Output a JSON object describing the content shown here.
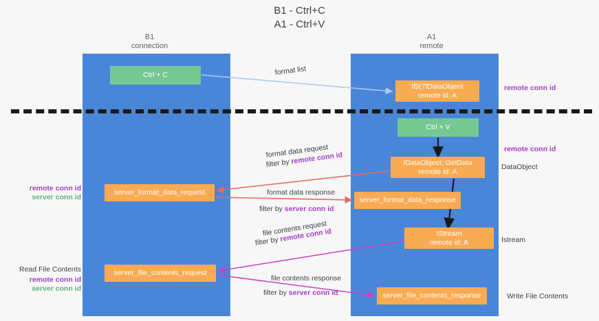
{
  "title": "B1 - Ctrl+C\nA1 - Ctrl+V",
  "columns": {
    "left": "B1\nconnection",
    "right": "A1\nremote"
  },
  "nodes": {
    "ctrl_c": "Ctrl + C",
    "ctrl_v": "Ctrl + V",
    "idataobject_l1": "l⦰⟨7lDataObject",
    "idataobject_l2": "remote id: A",
    "getdata_l1": "IDataObject::GetData",
    "getdata_l2": "remote id: A",
    "istream_l1": "IStream",
    "istream_l2": "remote id: A",
    "server_format_data_request": "server_format_data_request",
    "server_format_data_response": "server_format_data_response",
    "server_file_contents_request": "server_file_contents_request",
    "server_file_contents_response": "server_file_contents_response"
  },
  "edges": {
    "format_list": "format list",
    "format_data_request": "format data request",
    "format_data_request_filter_prefix": "filter by ",
    "format_data_request_filter_key": "remote conn id",
    "format_data_response": "format data response",
    "format_data_response_filter_prefix": "filter by ",
    "format_data_response_filter_key": "server conn id",
    "file_contents_request": "file contents request",
    "file_contents_request_filter_prefix": "filter by ",
    "file_contents_request_filter_key": "remote conn id",
    "file_contents_response": "file contents response",
    "file_contents_response_filter_prefix": "filter by ",
    "file_contents_response_filter_key": "server conn id"
  },
  "annotations": {
    "remote_conn_id_top": "remote conn id",
    "remote_conn_id_mid": "remote conn id",
    "left_mid_remote": "remote conn id",
    "left_mid_server": "server conn id",
    "left_bot_remote": "remote conn id",
    "left_bot_server": "server conn id",
    "read_file_contents": "Read File Contents",
    "dataobject": "DataObject",
    "istream": "Istream",
    "write_file_contents": "Write File Contents"
  },
  "colors": {
    "lane": "#4a86d8",
    "green_node": "#76c893",
    "orange_node": "#f9ab53",
    "purple_text": "#a33ec4",
    "green_text": "#5fb37a",
    "arrow_blue": "#a8cbf0",
    "arrow_red": "#e8695f",
    "arrow_magenta": "#cc3fc0",
    "arrow_black": "#1a1a1a",
    "background": "#f7f7f7"
  }
}
